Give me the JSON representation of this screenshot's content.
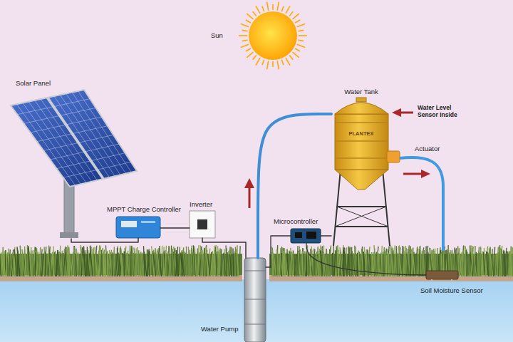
{
  "diagram": {
    "nodes": [
      {
        "text": [
          "Sun"
        ]
      },
      {
        "text": [
          "Solar Panel"
        ]
      },
      {
        "text": [
          "MPPT Charge Controller"
        ]
      },
      {
        "text": [
          "Inverter"
        ]
      },
      {
        "text": [
          "Microcontroller"
        ]
      },
      {
        "text": [
          "Water Tank",
          "PLANTEX"
        ]
      },
      {
        "text": [
          "Actuator"
        ]
      },
      {
        "text": [
          "Water Pump"
        ]
      },
      {
        "text": [
          "Soil Moisture Sensor"
        ]
      }
    ],
    "edges": [
      {
        "from": 1,
        "to": 2,
        "arrow": "none"
      },
      {
        "from": 2,
        "to": 3,
        "arrow": "none"
      },
      {
        "from": 3,
        "to": 7,
        "arrow": "none"
      },
      {
        "from": 7,
        "to": 5,
        "arrow": "none"
      },
      {
        "from": 4,
        "to": 7,
        "arrow": "none"
      },
      {
        "from": 4,
        "to": 5,
        "arrow": "none"
      },
      {
        "from": 4,
        "to": 8,
        "arrow": "none"
      }
    ],
    "labels": [
      "Water Level Sensor Inside"
    ]
  }
}
